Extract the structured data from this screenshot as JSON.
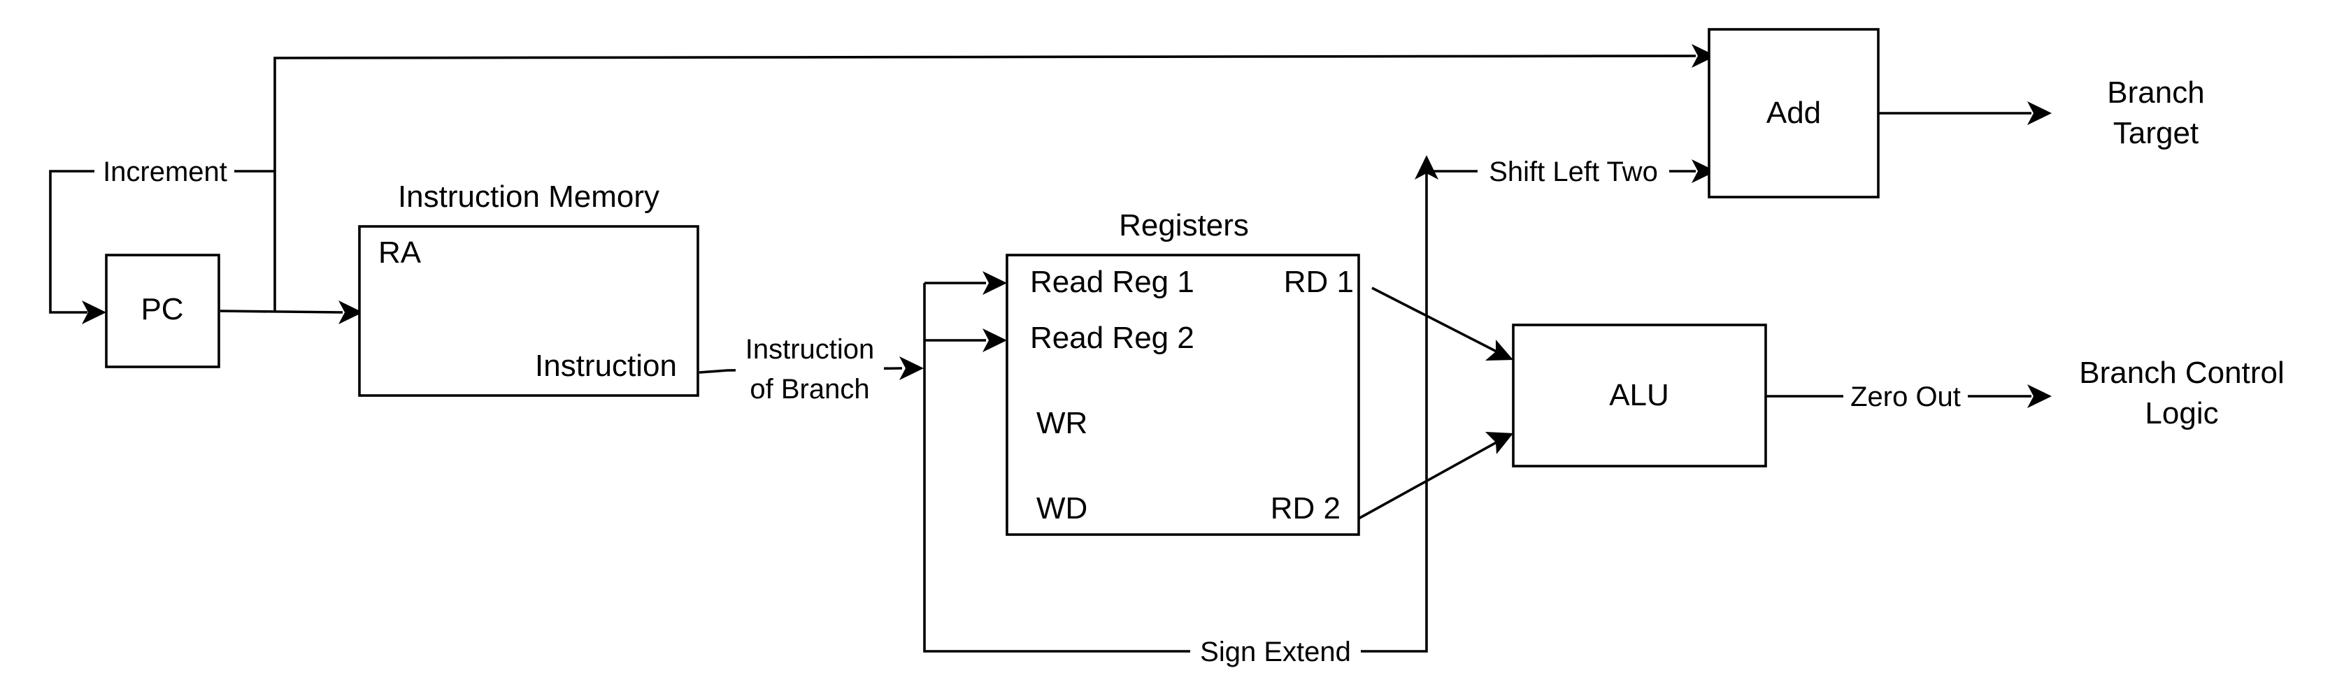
{
  "diagram": {
    "pc": {
      "label": "PC"
    },
    "instruction_memory": {
      "title": "Instruction Memory",
      "port_ra": "RA",
      "port_instruction": "Instruction"
    },
    "registers": {
      "title": "Registers",
      "read_reg_1": "Read Reg 1",
      "read_reg_2": "Read Reg 2",
      "wr": "WR",
      "wd": "WD",
      "rd1": "RD 1",
      "rd2": "RD 2"
    },
    "add": {
      "label": "Add"
    },
    "alu": {
      "label": "ALU"
    },
    "edge_labels": {
      "increment": "Increment",
      "instruction_of_branch_line1": "Instruction",
      "instruction_of_branch_line2": "of Branch",
      "shift_left_two": "Shift Left Two",
      "sign_extend": "Sign Extend",
      "zero_out": "Zero Out"
    },
    "outputs": {
      "branch_target_line1": "Branch",
      "branch_target_line2": "Target",
      "branch_control_line1": "Branch Control",
      "branch_control_line2": "Logic"
    }
  }
}
